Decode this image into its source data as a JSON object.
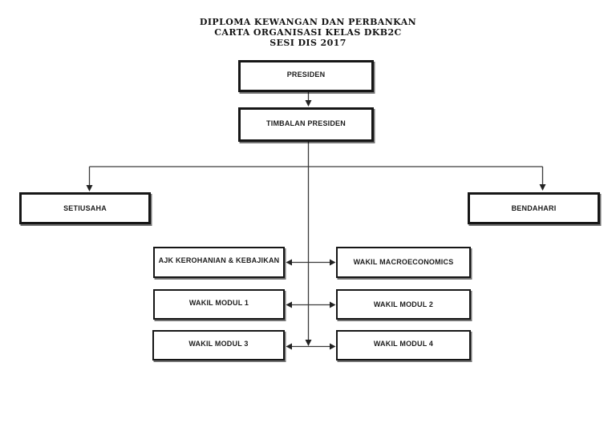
{
  "title": {
    "line1": "DIPLOMA KEWANGAN DAN PERBANKAN",
    "line2": "CARTA ORGANISASI KELAS DKB2C",
    "line3": "SESI DIS 2017"
  },
  "nodes": {
    "presiden": {
      "label": "PRESIDEN"
    },
    "timbalan_presiden": {
      "label": "TIMBALAN PRESIDEN"
    },
    "setiusaha": {
      "label": "SETIUSAHA"
    },
    "bendahari": {
      "label": "BENDAHARI"
    },
    "ajk_kerohanian_kebajikan": {
      "label": "AJK KEROHANIAN & KEBAJIKAN"
    },
    "wakil_macroeconomics": {
      "label": "WAKIL MACROECONOMICS"
    },
    "wakil_modul_1": {
      "label": "WAKIL MODUL 1"
    },
    "wakil_modul_2": {
      "label": "WAKIL MODUL 2"
    },
    "wakil_modul_3": {
      "label": "WAKIL MODUL 3"
    },
    "wakil_modul_4": {
      "label": "WAKIL MODUL 4"
    }
  },
  "edges": [
    {
      "from": "presiden",
      "to": "timbalan_presiden",
      "style": "arrow-down"
    },
    {
      "from": "timbalan_presiden",
      "to": "setiusaha",
      "style": "arrow-down"
    },
    {
      "from": "timbalan_presiden",
      "to": "bendahari",
      "style": "arrow-down"
    },
    {
      "from": "timbalan_presiden",
      "to": "lower-rows",
      "style": "arrow-down"
    },
    {
      "from": "ajk_kerohanian_kebajikan",
      "to": "wakil_macroeconomics",
      "style": "double-arrow"
    },
    {
      "from": "wakil_modul_1",
      "to": "wakil_modul_2",
      "style": "double-arrow"
    },
    {
      "from": "wakil_modul_3",
      "to": "wakil_modul_4",
      "style": "double-arrow"
    }
  ],
  "colors": {
    "background": "#ffffff",
    "box_border": "#161616",
    "text": "#1c1c1c",
    "connector": "#3a3a3a",
    "arrowhead": "#222222"
  }
}
